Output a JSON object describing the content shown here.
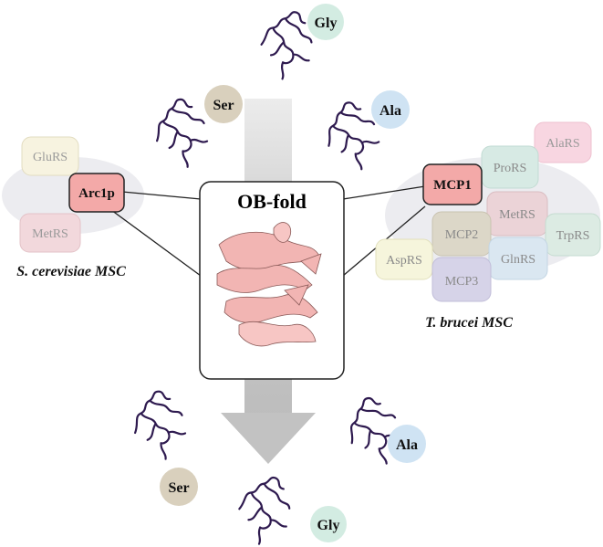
{
  "center": {
    "title": "OB-fold"
  },
  "left_complex": {
    "hub": "Arc1p",
    "members": [
      "GluRS",
      "MetRS"
    ],
    "caption": "S. cerevisiae MSC"
  },
  "right_complex": {
    "hub": "MCP1",
    "members": [
      "AlaRS",
      "ProRS",
      "MetRS",
      "MCP2",
      "TrpRS",
      "AspRS",
      "GlnRS",
      "MCP3"
    ],
    "caption": "T. brucei MSC"
  },
  "amino_acids_top": [
    "Gly",
    "Ser",
    "Ala"
  ],
  "amino_acids_bottom": [
    "Ala",
    "Ser",
    "Gly"
  ],
  "colors": {
    "gly": "#d3ece2",
    "ser": "#d9d0bd",
    "ala": "#cfe3f3",
    "hub": "#f3a9a8",
    "trna": "#2e1a4f",
    "arrow": "#c8c8c8",
    "cloud": "#e9e9ee"
  }
}
